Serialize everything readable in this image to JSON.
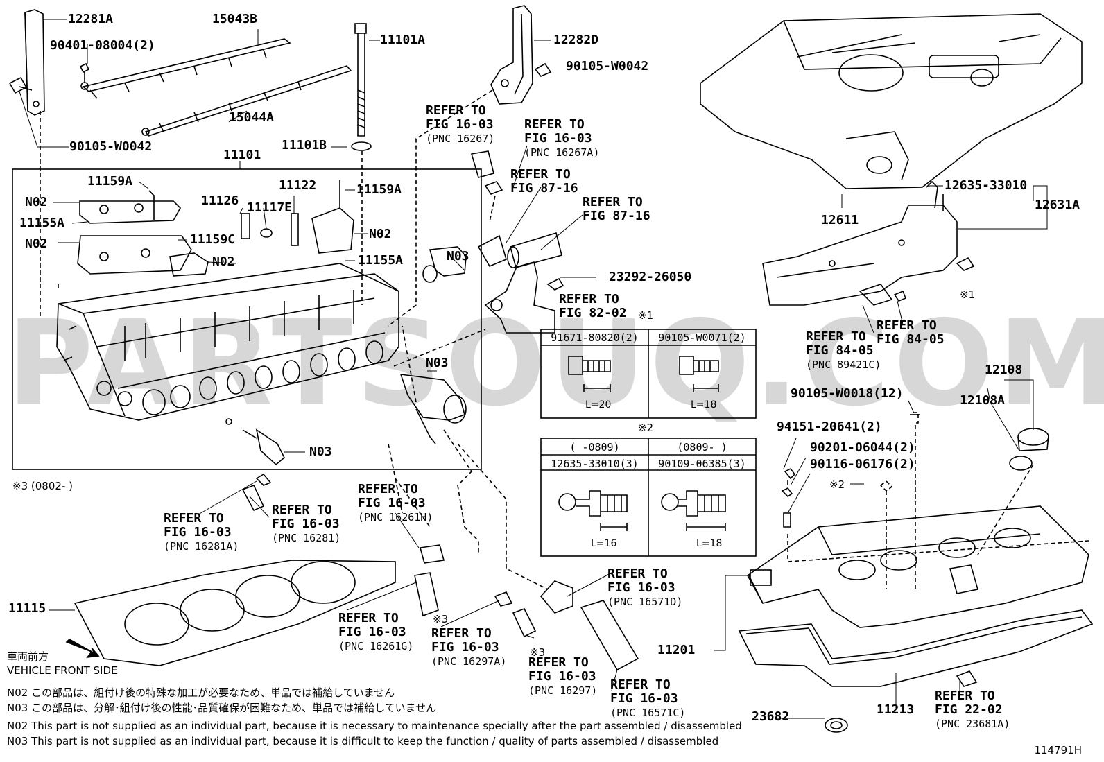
{
  "watermark": "PARTSOUQ.COM",
  "diagram_id": "114791H",
  "labels": {
    "p12281a": "12281A",
    "p15043b": "15043B",
    "p11101a": "11101A",
    "p12282d": "12282D",
    "p90105w0042_top": "90105-W0042",
    "p90401": "90401-08004(2)",
    "p15044a": "15044A",
    "p90105w0042_left": "90105-W0042",
    "p11101b": "11101B",
    "p11101": "11101",
    "p11159a_l": "11159A",
    "p11159a_r": "11159A",
    "p11122": "11122",
    "p11126": "11126",
    "p11117e": "11117E",
    "p11155a_l": "11155A",
    "p11155a_r": "11155A",
    "p11159c": "11159C",
    "n02_a": "N02",
    "n02_b": "N02",
    "n02_c": "N02",
    "n02_d": "N02",
    "n03_a": "N03",
    "n03_b": "N03",
    "n03_c": "N03",
    "p23292": "23292-26050",
    "p12611": "12611",
    "p12635_top": "12635-33010",
    "p12631a": "12631A",
    "p12108": "12108",
    "p12108a": "12108A",
    "p90105w0018": "90105-W0018(12)",
    "p94151": "94151-20641(2)",
    "p90201": "90201-06044(2)",
    "p90116": "90116-06176(2)",
    "p11115": "11115",
    "p11201": "11201",
    "p23682": "23682",
    "p11213": "11213"
  },
  "refs": {
    "r1": {
      "line1": "REFER TO",
      "line2": "FIG 16-03",
      "pnc": "(PNC 16267)"
    },
    "r2": {
      "line1": "REFER TO",
      "line2": "FIG 16-03",
      "pnc": "(PNC 16267A)"
    },
    "r3": {
      "line1": "REFER TO",
      "line2": "FIG 87-16"
    },
    "r4": {
      "line1": "REFER TO",
      "line2": "FIG 87-16"
    },
    "r5": {
      "line1": "REFER TO",
      "line2": "FIG 82-02"
    },
    "r6": {
      "line1": "REFER TO",
      "line2": "FIG 84-05",
      "pnc": "(PNC 89421C)"
    },
    "r7": {
      "line1": "REFER TO",
      "line2": "FIG 84-05"
    },
    "r8": {
      "line1": "REFER TO",
      "line2": "FIG 16-03",
      "pnc": "(PNC 16281A)"
    },
    "r9": {
      "line1": "REFER TO",
      "line2": "FIG 16-03",
      "pnc": "(PNC 16281)"
    },
    "r10": {
      "line1": "REFER TO",
      "line2": "FIG 16-03",
      "pnc": "(PNC 16261H)"
    },
    "r11": {
      "line1": "REFER TO",
      "line2": "FIG 16-03",
      "pnc": "(PNC 16261G)"
    },
    "r12": {
      "line1": "REFER TO",
      "line2": "FIG 16-03",
      "pnc": "(PNC 16297A)"
    },
    "r13": {
      "line1": "REFER TO",
      "line2": "FIG 16-03",
      "pnc": "(PNC 16297)"
    },
    "r14": {
      "line1": "REFER TO",
      "line2": "FIG 16-03",
      "pnc": "(PNC 16571D)"
    },
    "r15": {
      "line1": "REFER TO",
      "line2": "FIG 16-03",
      "pnc": "(PNC 16571C)"
    },
    "r16": {
      "line1": "REFER TO",
      "line2": "FIG 22-02",
      "pnc": "(PNC 23681A)"
    }
  },
  "marks": {
    "m1_table": "※1",
    "m1_cover": "※1",
    "m2_table": "※2",
    "m2_part": "※2",
    "m3_legend": "※3 (0802-      )",
    "m3_a": "※3",
    "m3_b": "※3"
  },
  "table1": {
    "col1": "91671-80820(2)",
    "col2": "90105-W0071(2)",
    "dim1": "L=20",
    "dim2": "L=18"
  },
  "table2": {
    "hdr1": "(      -0809)",
    "hdr2": "(0809-      )",
    "col1": "12635-33010(3)",
    "col2": "90109-06385(3)",
    "dim1": "L=16",
    "dim2": "L=18"
  },
  "front": {
    "jp": "車両前方",
    "en": "VEHICLE FRONT SIDE"
  },
  "notes": [
    "N02  この部品は、組付け後の特殊な加工が必要なため、単品では補給していません",
    "N03  この部品は、分解･組付け後の性能･品質確保が困難なため、単品では補給していません",
    "N02  This part is not supplied as an individual part, because it is necessary to maintenance specially after the part assembled / disassembled",
    "N03  This part is not supplied as an individual part, because it is difficult to keep the function / quality of parts  assembled / disassembled"
  ]
}
